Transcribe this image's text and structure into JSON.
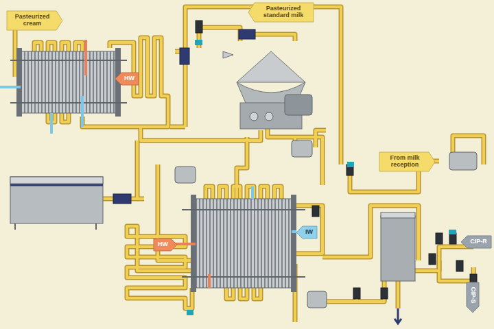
{
  "diagram": {
    "nodes": [
      {
        "text": [
          "Pasteurized cream"
        ]
      },
      {
        "text": [
          "Pasteurized standard milk"
        ]
      },
      {
        "text": [
          "HW"
        ]
      },
      {
        "text": [
          "From milk reception"
        ]
      },
      {
        "text": [
          "IW"
        ]
      },
      {
        "text": [
          "HW"
        ]
      },
      {
        "text": [
          "CIP-R"
        ]
      },
      {
        "text": [
          "CIP-S"
        ]
      }
    ]
  }
}
